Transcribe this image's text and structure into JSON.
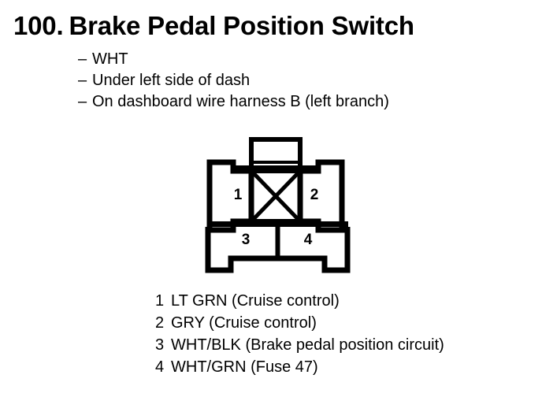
{
  "page": {
    "background_color": "#ffffff",
    "ink_color": "#000000"
  },
  "header": {
    "number": "100.",
    "title": "Brake Pedal Position Switch"
  },
  "notes": {
    "dash": "–",
    "items": [
      "WHT",
      "Under left side of dash",
      "On dashboard wire harness B (left branch)"
    ]
  },
  "connector": {
    "name": "4-way connector outline",
    "cavity_labels": {
      "pin1": "1",
      "pin2": "2",
      "pin3": "3",
      "pin4": "4"
    },
    "blocked_cavity_marker": "X"
  },
  "legend": {
    "rows": [
      {
        "pin": "1",
        "label": "LT GRN (Cruise control)"
      },
      {
        "pin": "2",
        "label": "GRY (Cruise control)"
      },
      {
        "pin": "3",
        "label": "WHT/BLK (Brake pedal position circuit)"
      },
      {
        "pin": "4",
        "label": "WHT/GRN (Fuse 47)"
      }
    ]
  }
}
